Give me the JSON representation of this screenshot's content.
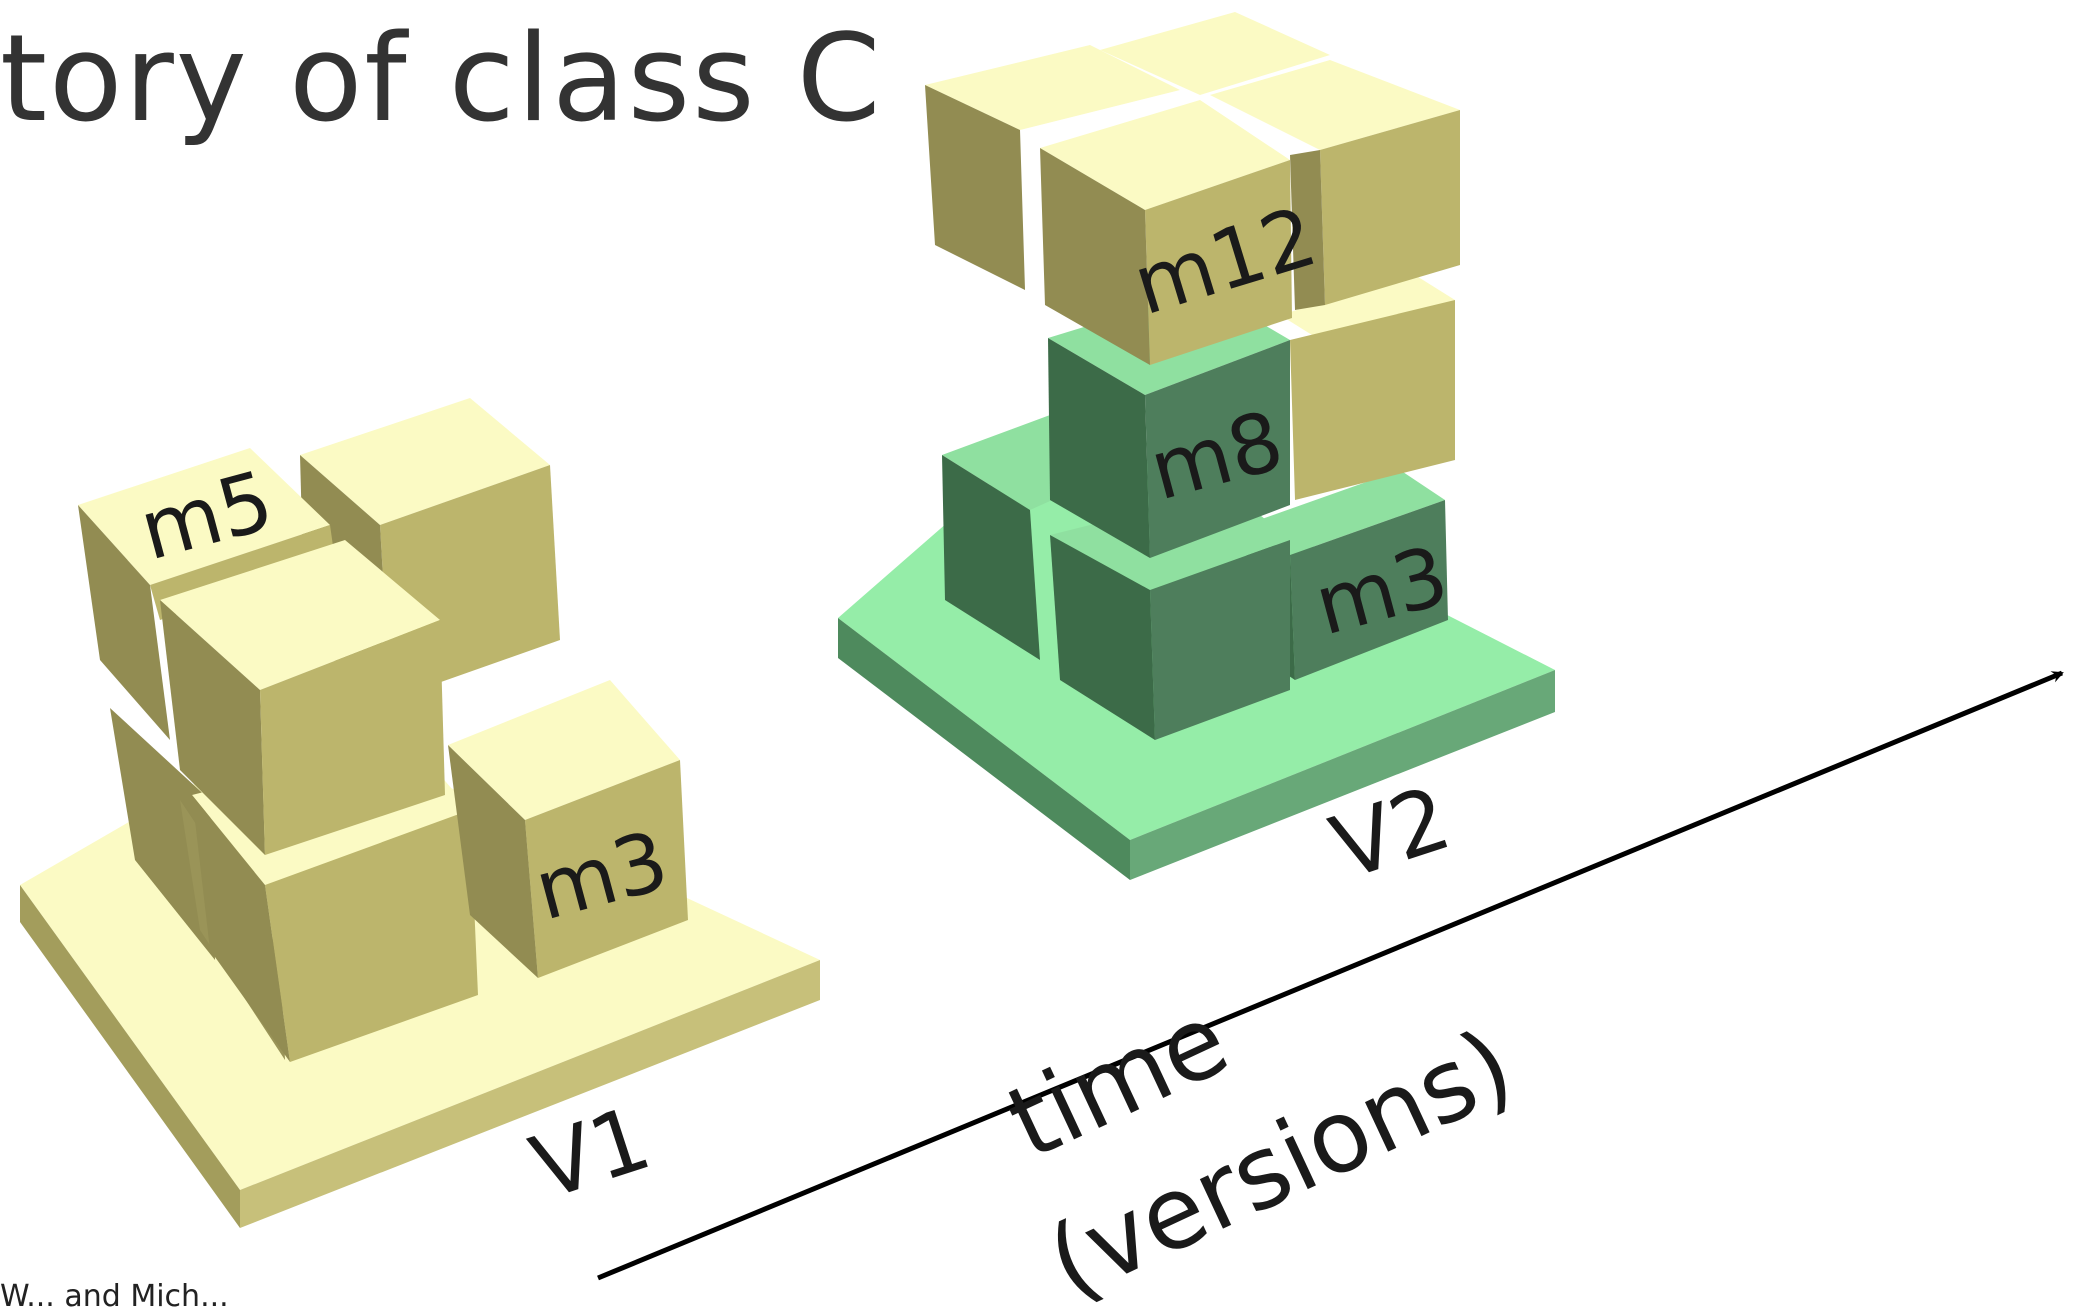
{
  "slide": {
    "title": "tory of class C",
    "footer": "W... and Mich..."
  },
  "diagram": {
    "version_labels": {
      "v1": "V1",
      "v2": "V2"
    },
    "method_labels": {
      "v1_m5": "m5",
      "v1_m3": "m3",
      "v2_m12": "m12",
      "v2_m8": "m8",
      "v2_m3": "m3"
    },
    "axis": {
      "label_line1": "time",
      "label_line2": "(versions)"
    }
  },
  "colors": {
    "v1_top": "#fbfac4",
    "v1_side_dark": "#928c52",
    "v1_side_mid": "#bcb56c",
    "v2_base_top": "#95eda8",
    "v2_base_side": "#4e8a5d",
    "v2_box_top": "#8fe0a0",
    "v2_box_side_dark": "#3c6b48",
    "v2_box_side_mid": "#4e7e5c",
    "axis": "#000000"
  }
}
